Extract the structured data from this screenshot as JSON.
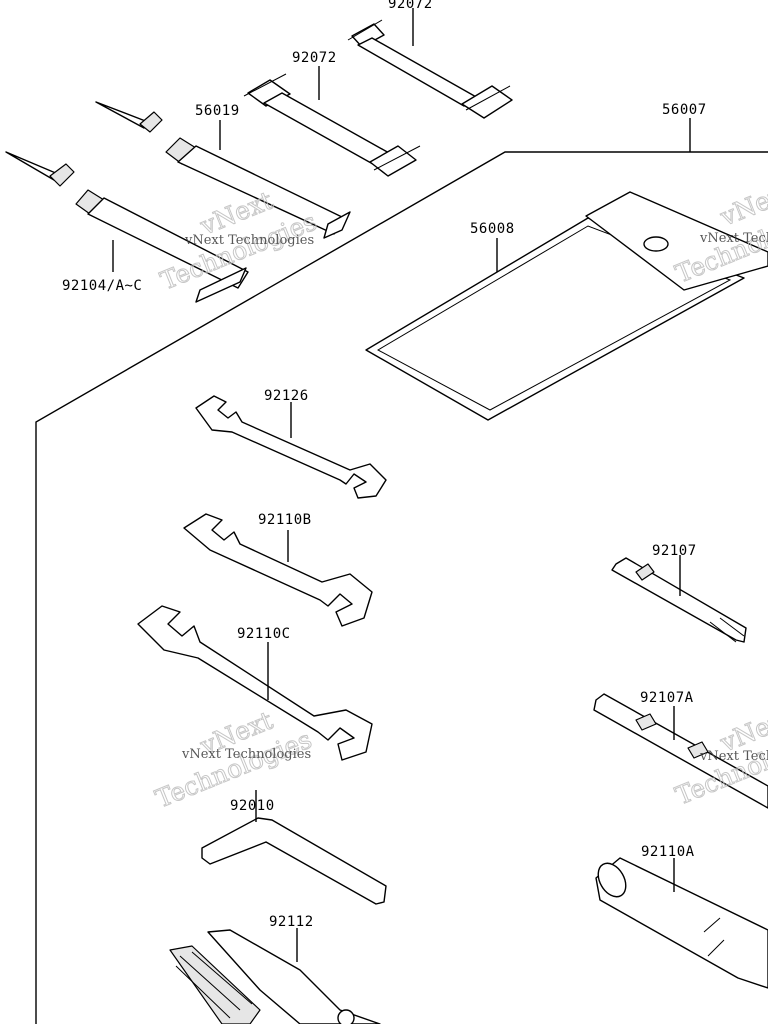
{
  "diagram": {
    "part_numbers": {
      "strap_top": "92072",
      "strap_mid": "92072",
      "kit_case": "56007",
      "tube_grease": "56019",
      "manual_pouch": "56008",
      "tube_sealant": "92104/A~C",
      "wrench_small": "92126",
      "wrench_mid": "92110B",
      "wrench_large": "92110C",
      "driver_phillips": "92107",
      "driver_flat": "92107A",
      "hex_key": "92010",
      "socket_wrench": "92110A",
      "pliers": "92112"
    },
    "watermark": {
      "brand_top": "vNext",
      "brand_bottom": "Technologies",
      "caption": "vNext Technologies"
    }
  }
}
